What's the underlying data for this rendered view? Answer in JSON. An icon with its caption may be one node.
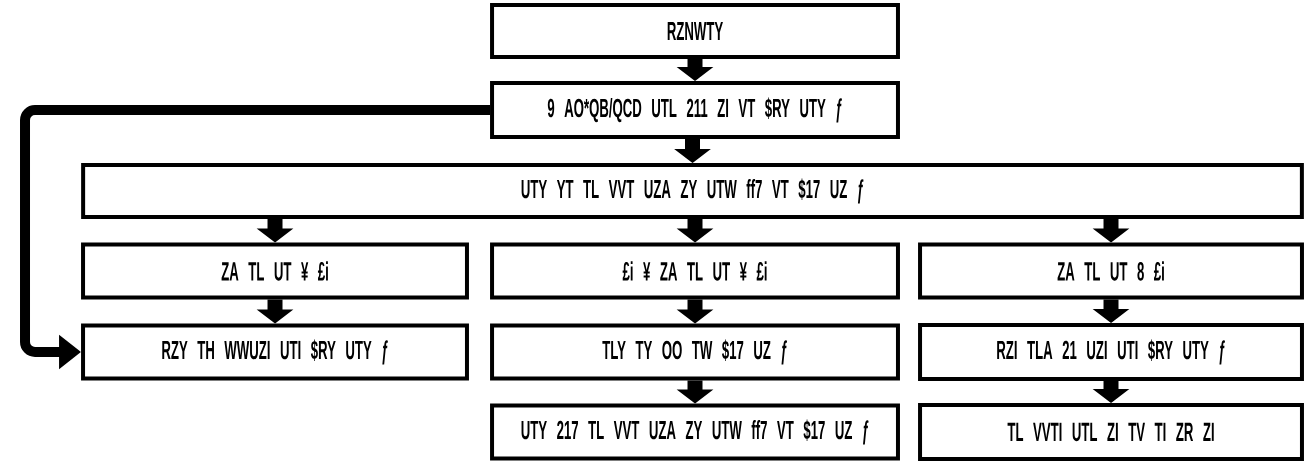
{
  "diagram": {
    "nodes": [
      {
        "text": [
          "RZNWTY"
        ]
      },
      {
        "text": [
          "9 AO*QB/QCD UTL 211 ZI VT $RY UTY ƒ"
        ]
      },
      {
        "text": [
          "UTY YT TL VVT UZA ZY UTW ff7 VT $17 UZ ƒ"
        ]
      },
      {
        "text": [
          "ZA TL UT ¥ £i"
        ]
      },
      {
        "text": [
          "£i ¥ ZA TL UT ¥ £i"
        ]
      },
      {
        "text": [
          "ZA TL UT 8 £i"
        ]
      },
      {
        "text": [
          "RZY TH WWUZI UTI $RY UTY ƒ"
        ]
      },
      {
        "text": [
          "TLY TY OO TW $17 UZ ƒ"
        ]
      },
      {
        "text": [
          "RZI TLA 21 UZI UTI $RY UTY ƒ"
        ]
      },
      {
        "text": [
          "UTY 217 TL VVT UZA ZY UTW ff7 VT $17 UZ ƒ"
        ]
      },
      {
        "text": [
          "TL VVTI UTL ZI TV TI ZR ZI"
        ]
      }
    ],
    "edges": [
      {
        "from": 0,
        "to": 1,
        "arrow": "to"
      },
      {
        "from": 1,
        "to": 2,
        "arrow": "to"
      },
      {
        "from": 1,
        "to": 6,
        "arrow": "to"
      },
      {
        "from": 2,
        "to": 3,
        "arrow": "to"
      },
      {
        "from": 2,
        "to": 4,
        "arrow": "to"
      },
      {
        "from": 2,
        "to": 5,
        "arrow": "to"
      },
      {
        "from": 3,
        "to": 6,
        "arrow": "to"
      },
      {
        "from": 4,
        "to": 7,
        "arrow": "to"
      },
      {
        "from": 5,
        "to": 8,
        "arrow": "to"
      },
      {
        "from": 7,
        "to": 9,
        "arrow": "to"
      },
      {
        "from": 8,
        "to": 10,
        "arrow": "to"
      }
    ]
  }
}
